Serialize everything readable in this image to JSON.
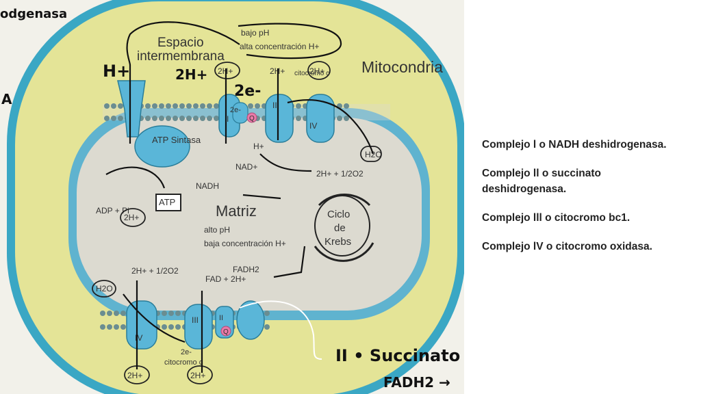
{
  "diagram": {
    "title": "Mitocondria",
    "label_intermembrane": "Espacio intermembrana",
    "label_low_ph": "bajo pH",
    "label_high_h": "alta concentración H+",
    "label_matrix": "Matriz",
    "label_high_ph": "alto pH",
    "label_low_h": "baja concentración H+",
    "label_krebs": "Ciclo de Krebs",
    "label_atp_synthase": "ATP Sintasa",
    "label_atp": "ATP",
    "label_adp": "ADP + Pi",
    "label_nadh": "NADH",
    "label_nad": "NAD+",
    "label_fadh2": "FADH2",
    "label_fad": "FAD + 2H+",
    "label_h2o": "H2O",
    "label_water_eq": "2H+ + 1/2O2",
    "label_2h": "2H+",
    "label_h": "H+",
    "label_2e": "2e-",
    "label_q": "Q",
    "label_cytochrome_c": "citocromo c",
    "complex_labels": [
      "I",
      "II",
      "III",
      "IV"
    ],
    "hand_top_left": "odgenasa",
    "hand_left_letter": "A",
    "hand_h": "H+",
    "hand_2h": "2H+",
    "hand_2e": "2e-",
    "hand_succinato": "II • Succinato",
    "hand_fadh2": "FADH2 →"
  },
  "notes": [
    "Complejo l o NADH deshidrogenasa.",
    "Complejo ll o succinato deshidrogenasa.",
    "Complejo lll o citocromo bc1.",
    "Complejo lV o citocromo oxidasa."
  ],
  "colors": {
    "outer_membrane": "#3aa7c4",
    "intermembrane": "#e4e497",
    "matrix": "#dcdad0",
    "protein": "#5ab6d8",
    "notes_text": "#222222"
  }
}
